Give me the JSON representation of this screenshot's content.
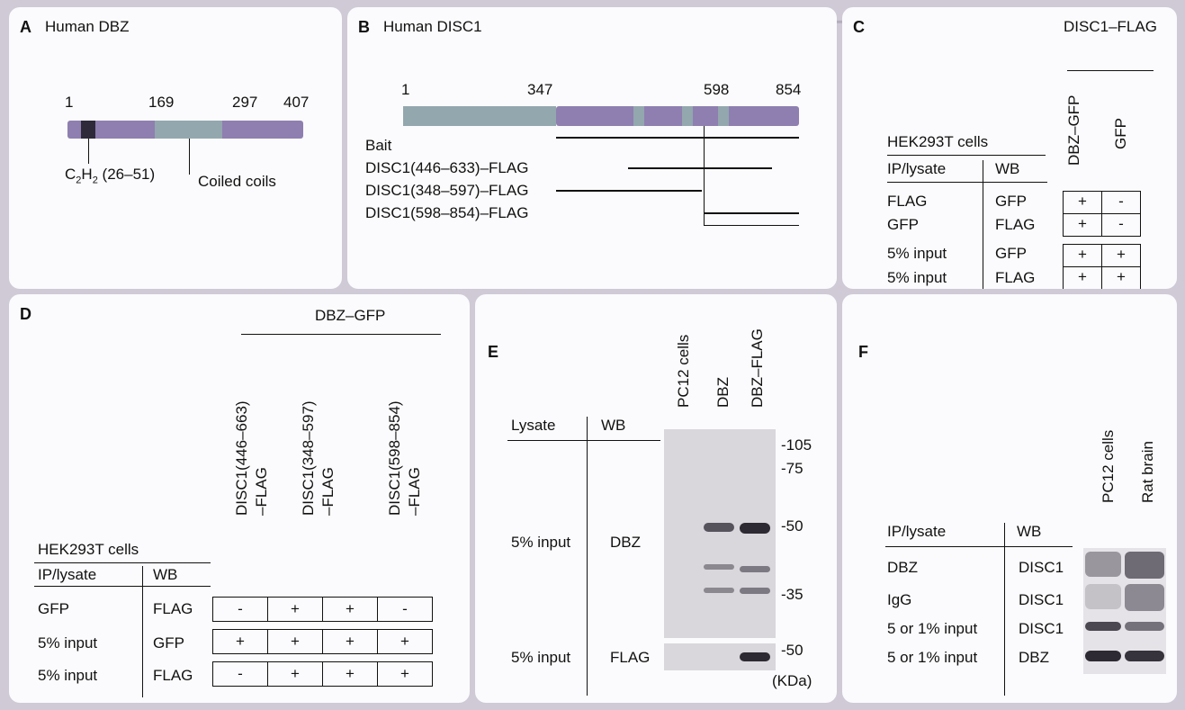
{
  "panelA": {
    "letter": "A",
    "title": "Human DBZ",
    "pos1": "1",
    "pos169": "169",
    "pos297": "297",
    "pos407": "407",
    "zinc": "C",
    "zinc_sub": "2",
    "zinc_h": "H",
    "zinc_sub2": "2",
    "zinc_range": "(26–51)",
    "coil": "Coiled coils"
  },
  "panelB": {
    "letter": "B",
    "title": "Human DISC1",
    "pos1": "1",
    "pos347": "347",
    "pos598": "598",
    "pos854": "854",
    "bait": "Bait",
    "constructs": [
      "DISC1(446–633)–FLAG",
      "DISC1(348–597)–FLAG",
      "DISC1(598–854)–FLAG"
    ]
  },
  "panelC": {
    "letter": "C",
    "header": "DISC1–FLAG",
    "cells": "HEK293T cells",
    "col_ip": "IP/lysate",
    "col_wb": "WB",
    "lane1": "DBZ–GFP",
    "lane2": "GFP",
    "rows": [
      {
        "ip": "FLAG",
        "wb": "GFP",
        "a": "+",
        "b": "-"
      },
      {
        "ip": "GFP",
        "wb": "FLAG",
        "a": "+",
        "b": "-"
      },
      {
        "ip": "5% input",
        "wb": "GFP",
        "a": "+",
        "b": "+"
      },
      {
        "ip": "5% input",
        "wb": "FLAG",
        "a": "+",
        "b": "+"
      }
    ]
  },
  "panelD": {
    "letter": "D",
    "header": "DBZ–GFP",
    "cells": "HEK293T cells",
    "col_ip": "IP/lysate",
    "col_wb": "WB",
    "lanes": [
      "DISC1(446–663)",
      "DISC1(348–597)",
      "DISC1(598–854)"
    ],
    "lane_suffix": "–FLAG",
    "rows": [
      {
        "ip": "GFP",
        "wb": "FLAG",
        "v": [
          "-",
          "+",
          "+",
          "-"
        ]
      },
      {
        "ip": "5% input",
        "wb": "GFP",
        "v": [
          "+",
          "+",
          "+",
          "+"
        ]
      },
      {
        "ip": "5% input",
        "wb": "FLAG",
        "v": [
          "-",
          "+",
          "+",
          "+"
        ]
      }
    ]
  },
  "panelE": {
    "letter": "E",
    "lanes": [
      "PC12 cells",
      "DBZ",
      "DBZ–FLAG"
    ],
    "col_ip": "Lysate",
    "col_wb": "WB",
    "row1_ip": "5% input",
    "row1_wb": "DBZ",
    "row2_ip": "5% input",
    "row2_wb": "FLAG",
    "markers": [
      "-105",
      "-75",
      "-50",
      "-35",
      "-50"
    ],
    "unit": "(KDa)"
  },
  "panelF": {
    "letter": "F",
    "lanes": [
      "PC12 cells",
      "Rat brain"
    ],
    "col_ip": "IP/lysate",
    "col_wb": "WB",
    "rows": [
      {
        "ip": "DBZ",
        "wb": "DISC1"
      },
      {
        "ip": "IgG",
        "wb": "DISC1"
      },
      {
        "ip": "5 or 1% input",
        "wb": "DISC1"
      },
      {
        "ip": "5 or 1% input",
        "wb": "DBZ"
      }
    ]
  },
  "colors": {
    "domain_purple": "#8e7fb0",
    "domain_teal": "#93a7ae",
    "background": "#cfcad6"
  }
}
